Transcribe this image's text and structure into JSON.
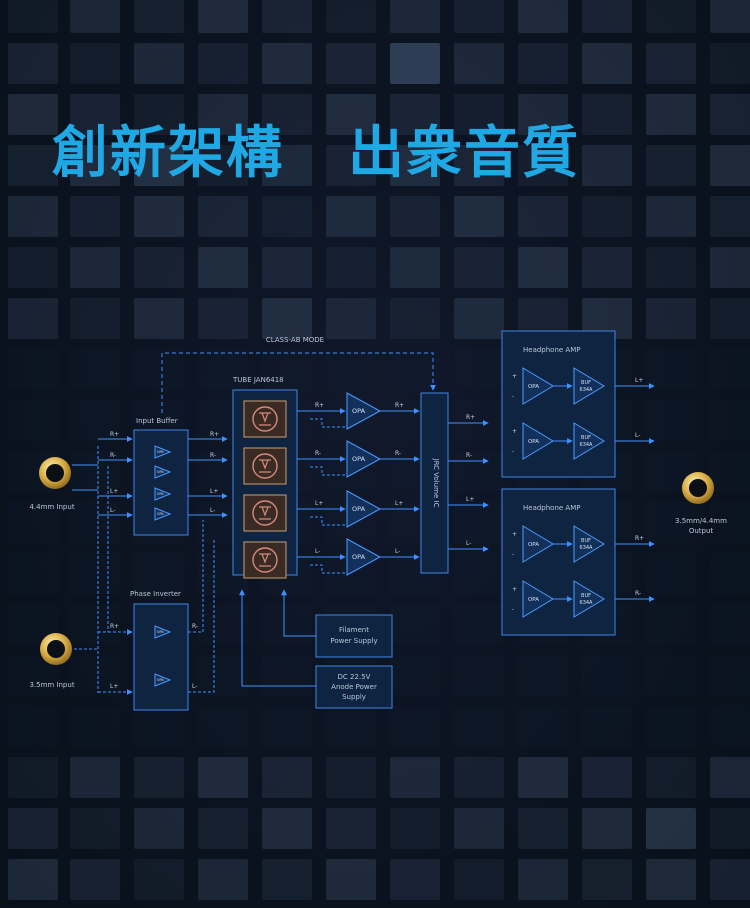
{
  "headline": {
    "part1": "創新架構",
    "part2": "出衆音質"
  },
  "colors": {
    "accent": "#20a8e4",
    "line": "#3f90ff",
    "block_fill": "#0f2440",
    "jack_gold": "#d9ad45"
  },
  "diagram": {
    "class_ab_mode": "CLASS-AB MODE",
    "input_buffer": {
      "title": "Input Buffer",
      "opamp": "OPA",
      "inputs": [
        "R+",
        "R-",
        "L+",
        "L-"
      ],
      "outputs": [
        "R+",
        "R-",
        "L+",
        "L-"
      ]
    },
    "phase_inverter": {
      "title": "Phase Inverter",
      "opamp": "OPA",
      "inputs": [
        "R+",
        "L+"
      ],
      "outputs": [
        "R-",
        "L-"
      ]
    },
    "tube": {
      "title": "TUBE JAN6418",
      "count": 4
    },
    "opa_stage": {
      "label": "OPA",
      "inputs": [
        "R+",
        "R-",
        "L+",
        "L-"
      ],
      "outputs": [
        "R+",
        "R-",
        "L+",
        "L-"
      ]
    },
    "volume_ic": "JRC Volume IC",
    "volume_outputs": [
      "R+",
      "R-",
      "L+",
      "L-"
    ],
    "headphone_amps": [
      {
        "title": "Headphone AMP",
        "opa": "OPA",
        "buf": "BUF",
        "buf_model": "634A",
        "outputs": [
          "L+",
          "L-"
        ]
      },
      {
        "title": "Headphone AMP",
        "opa": "OPA",
        "buf": "BUF",
        "buf_model": "634A",
        "outputs": [
          "R+",
          "R-"
        ]
      }
    ],
    "plus": "+",
    "minus": "-",
    "filament": {
      "line1": "Filament",
      "line2": "Power Supply"
    },
    "anode": {
      "line1": "DC 22.5V",
      "line2": "Anode Power",
      "line3": "Supply"
    },
    "jacks": {
      "input_44": "4.4mm Input",
      "input_35": "3.5mm Input",
      "output_line1": "3.5mm/4.4mm",
      "output_line2": "Output"
    }
  }
}
